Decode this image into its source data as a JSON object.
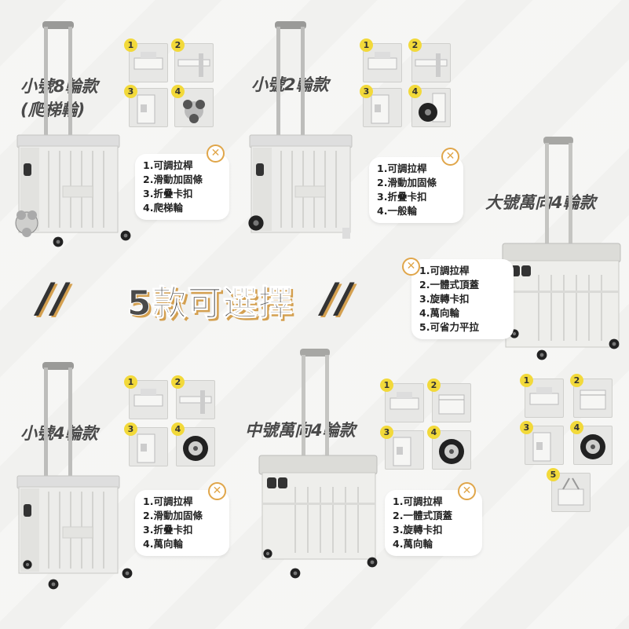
{
  "products": [
    {
      "id": "small-8",
      "title_line1": "小號8輪款",
      "title_line2": "(爬梯輪)",
      "features": [
        "1.可調拉桿",
        "2.滑動加固條",
        "3.折疊卡扣",
        "4.爬梯輪"
      ]
    },
    {
      "id": "small-2",
      "title_line1": "小號2輪款",
      "features": [
        "1.可調拉桿",
        "2.滑動加固條",
        "3.折疊卡扣",
        "4.一般輪"
      ]
    },
    {
      "id": "large-4",
      "title_line1": "大號萬向4輪款",
      "features": [
        "1.可調拉桿",
        "2.一體式頂蓋",
        "3.旋轉卡扣",
        "4.萬向輪",
        "5.可省力平拉"
      ]
    },
    {
      "id": "small-4",
      "title_line1": "小號4輪款",
      "features": [
        "1.可調拉桿",
        "2.滑動加固條",
        "3.折疊卡扣",
        "4.萬向輪"
      ]
    },
    {
      "id": "medium-4",
      "title_line1": "中號萬向4輪款",
      "features": [
        "1.可調拉桿",
        "2.一體式頂蓋",
        "3.旋轉卡扣",
        "4.萬向輪"
      ]
    }
  ],
  "banner": {
    "text": "5款可選擇",
    "left_slash": "//",
    "right_slash": "//"
  },
  "badges": [
    "1",
    "2",
    "3",
    "4",
    "5"
  ],
  "close_symbol": "✕",
  "colors": {
    "badge": "#f2d93a",
    "accent": "#d4a050",
    "x_ring": "#e0a64a",
    "cart_body": "#e9e9e6"
  }
}
